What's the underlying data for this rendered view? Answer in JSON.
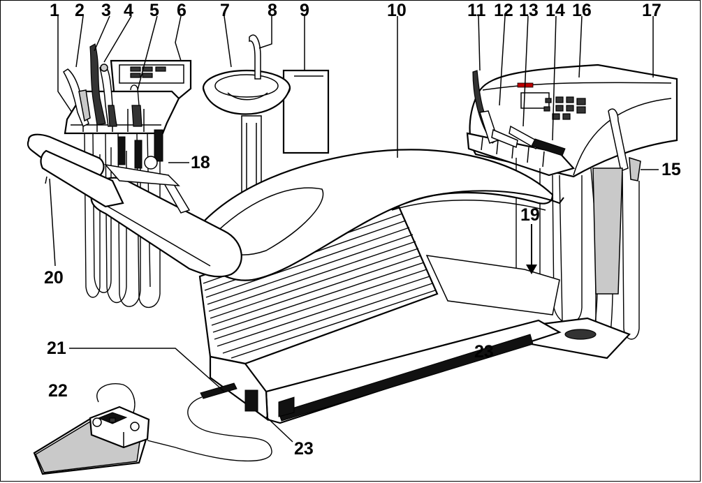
{
  "labels": {
    "l1": "1",
    "l2": "2",
    "l3": "3",
    "l4": "4",
    "l5": "5",
    "l6": "6",
    "l7": "7",
    "l8": "8",
    "l9": "9",
    "l10": "10",
    "l11": "11",
    "l12": "12",
    "l13": "13",
    "l14": "14",
    "l15": "15",
    "l16": "16",
    "l17": "17",
    "l18": "18",
    "l19": "19",
    "l20": "20",
    "l21": "21",
    "l22": "22",
    "l23a": "23",
    "l23b": "23"
  }
}
